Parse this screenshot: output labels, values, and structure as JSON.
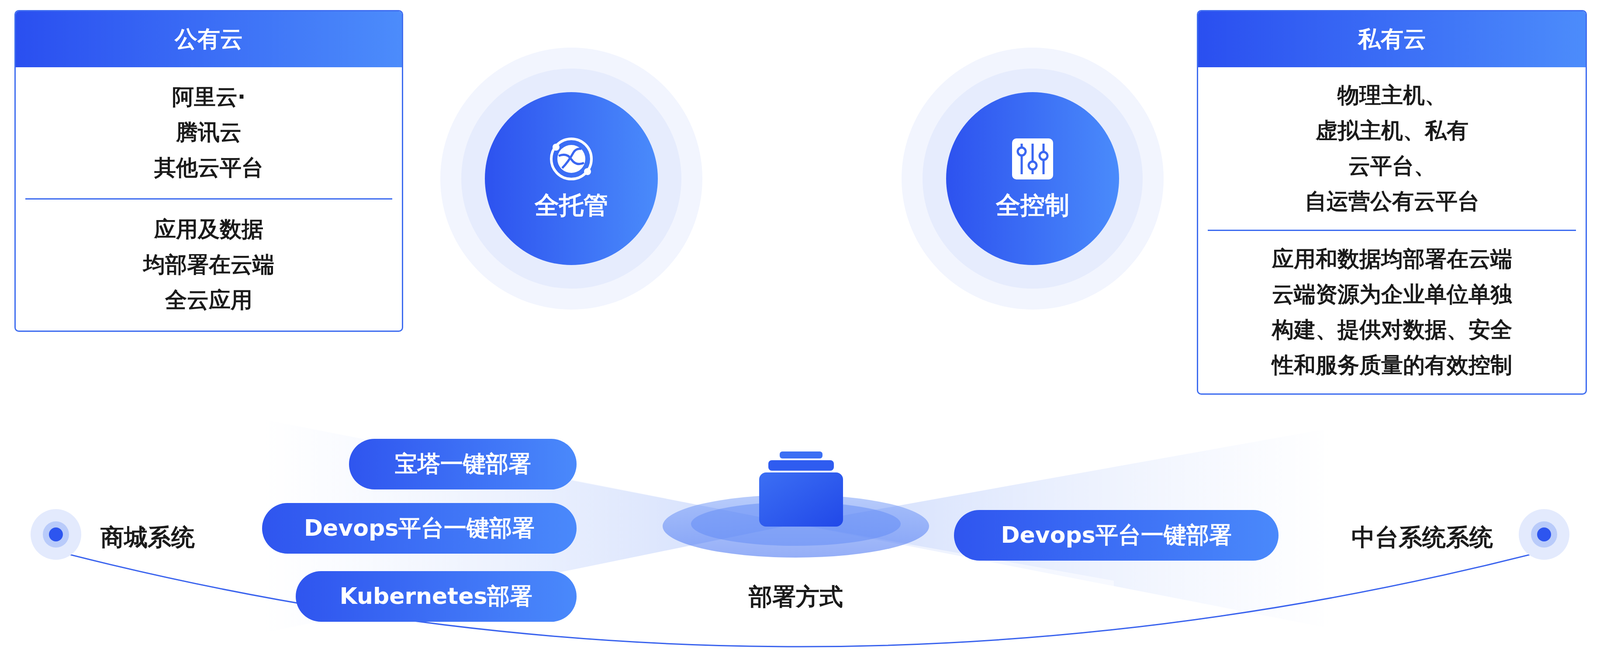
{
  "diagram": {
    "nodes": [
      {
        "text": [
          "公有云",
          "阿里云·腾讯云 其他云平台",
          "应用及数据 均部署在云端 全云应用"
        ]
      },
      {
        "text": [
          "全托管"
        ]
      },
      {
        "text": [
          "全控制"
        ]
      },
      {
        "text": [
          "私有云",
          "物理主机、虚拟主机、私有 云平台、自运营公有云平台",
          "应用和数据均部署在云端 云端资源为企业单位单独 构建、提供对数据、安全 性和服务质量的有效控制"
        ]
      },
      {
        "text": [
          "宝塔一键部署"
        ]
      },
      {
        "text": [
          "Devops平台一键部署"
        ]
      },
      {
        "text": [
          "Kubernetes部署"
        ]
      },
      {
        "text": [
          "Devops平台一键部署"
        ]
      }
    ],
    "labels": [
      "商城系统",
      "中台系统系统",
      "部署方式"
    ]
  }
}
